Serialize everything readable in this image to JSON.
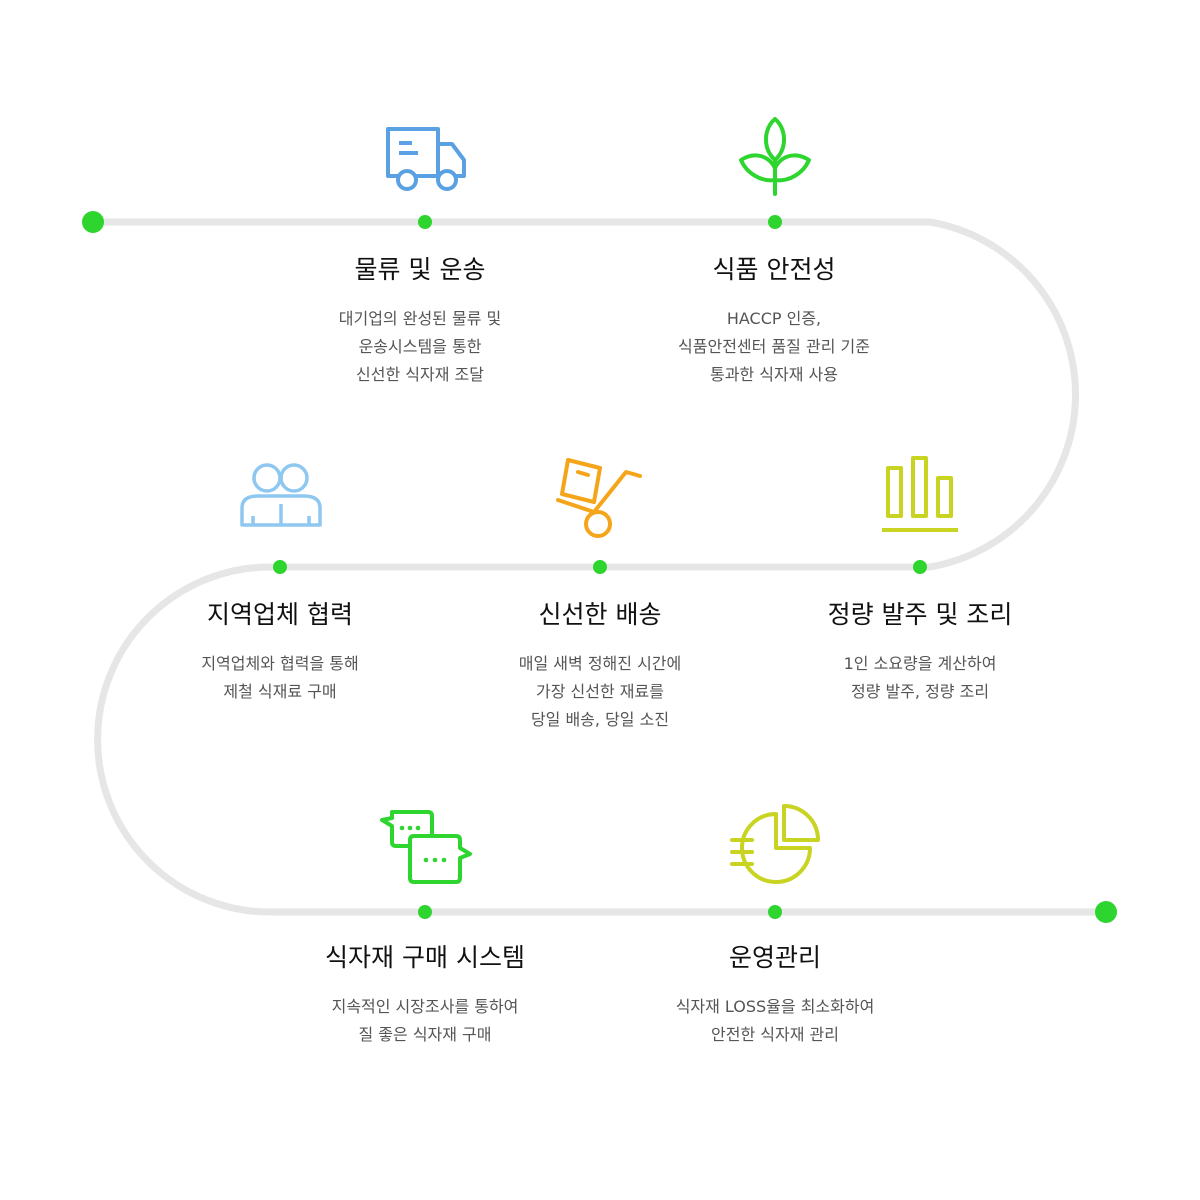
{
  "steps": [
    {
      "title": "물류 및 운송",
      "lines": [
        "대기업의 완성된 물류 및",
        "운송시스템을 통한",
        "신선한 식자재 조달"
      ],
      "icon": "delivery-truck-icon"
    },
    {
      "title": "식품 안전성",
      "lines": [
        "HACCP 인증,",
        "식품안전센터 품질 관리 기준",
        "통과한 식자재 사용"
      ],
      "icon": "sprout-icon"
    },
    {
      "title": "지역업체 협력",
      "lines": [
        "지역업체와 협력을 통해",
        "제철 식재료 구매"
      ],
      "icon": "two-people-icon"
    },
    {
      "title": "신선한 배송",
      "lines": [
        "매일 새벽 정해진 시간에",
        "가장 신선한 재료를",
        "당일 배송, 당일 소진"
      ],
      "icon": "hand-truck-icon"
    },
    {
      "title": "정량 발주 및 조리",
      "lines": [
        "1인 소요량을 계산하여",
        "정량 발주, 정량 조리"
      ],
      "icon": "bar-chart-icon"
    },
    {
      "title": "식자재 구매 시스템",
      "lines": [
        "지속적인 시장조사를 통하여",
        "질 좋은 식자재 구매"
      ],
      "icon": "chat-bubbles-icon"
    },
    {
      "title": "운영관리",
      "lines": [
        "식자재 LOSS율을 최소화하여",
        "안전한 식자재 관리"
      ],
      "icon": "pie-chart-icon"
    }
  ],
  "colors": {
    "path": "#e6e6e6",
    "dot": "#2ed52e",
    "truck": "#5aa1e3",
    "sprout": "#2ed52e",
    "people": "#8ec7f0",
    "handtruck": "#f5a51a",
    "barchart": "#c8d421",
    "chat": "#2ed52e",
    "piechart": "#c8d421",
    "title": "#111111",
    "desc": "#555555"
  }
}
